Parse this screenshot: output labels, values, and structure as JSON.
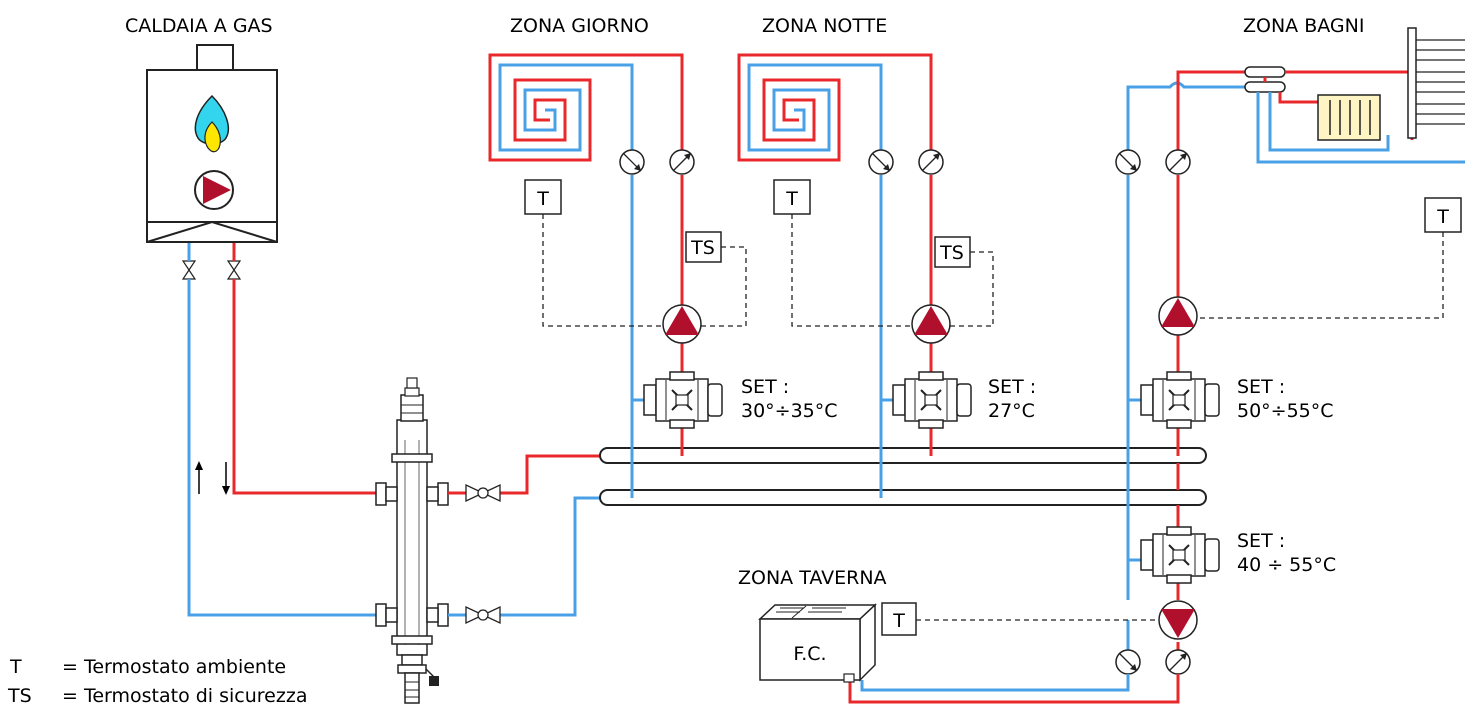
{
  "boiler": {
    "title": "CALDAIA A GAS"
  },
  "zones": {
    "giorno": {
      "title": "ZONA GIORNO",
      "set_label": "SET :",
      "set_value": "30°÷35°C"
    },
    "notte": {
      "title": "ZONA NOTTE",
      "set_label": "SET :",
      "set_value": "27°C"
    },
    "bagni": {
      "title": "ZONA BAGNI",
      "set_label": "SET :",
      "set_value": "50°÷55°C"
    },
    "taverna": {
      "title": "ZONA TAVERNA",
      "set_label": "SET :",
      "set_value": "40 ÷ 55°C",
      "fancoil": "F.C."
    }
  },
  "devices": {
    "thermostat": "T",
    "safety_thermostat": "TS"
  },
  "legend": [
    {
      "symbol": "T",
      "text": "= Termostato ambiente"
    },
    {
      "symbol": "TS",
      "text": "= Termostato di sicurezza"
    }
  ],
  "colors": {
    "supply": "#e8282b",
    "return": "#4aa0e6",
    "pump": "#b0102c",
    "radiator": "#fff4c4"
  }
}
